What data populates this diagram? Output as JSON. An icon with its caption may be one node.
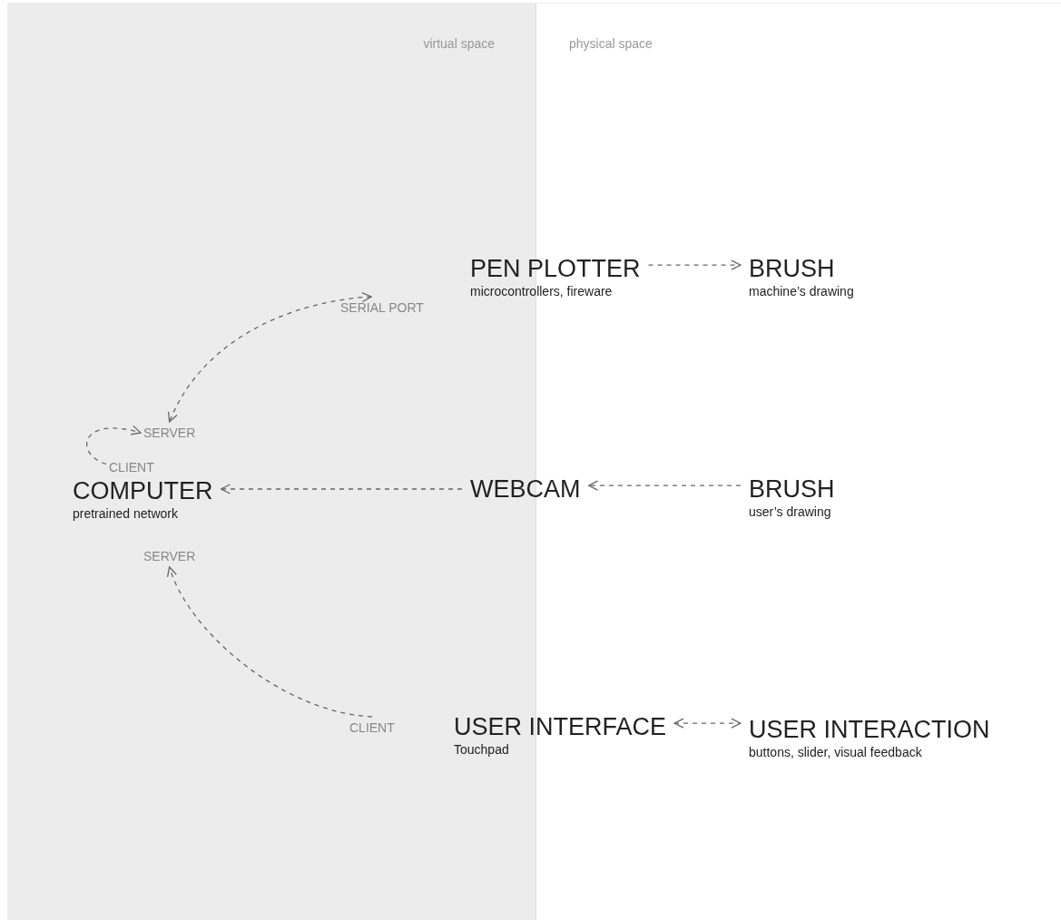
{
  "diagram": {
    "nodes": [
      {
        "text": [
          "COMPUTER",
          "pretrained network"
        ]
      },
      {
        "text": [
          "PEN PLOTTER",
          "microcontrollers, fireware"
        ]
      },
      {
        "text": [
          "BRUSH",
          "machine’s drawing"
        ]
      },
      {
        "text": [
          "WEBCAM"
        ]
      },
      {
        "text": [
          "BRUSH",
          "user’s drawing"
        ]
      },
      {
        "text": [
          "USER INTERFACE",
          "Touchpad"
        ]
      },
      {
        "text": [
          "USER INTERACTION",
          "buttons, slider, visual feedback"
        ]
      },
      {
        "text": [
          "SERVER"
        ]
      },
      {
        "text": [
          "CLIENT"
        ]
      },
      {
        "text": [
          "SERIAL PORT"
        ]
      },
      {
        "text": [
          "SERVER"
        ]
      },
      {
        "text": [
          "CLIENT"
        ]
      }
    ],
    "edges": [
      {
        "from": 9,
        "to": 7,
        "arrow": "both",
        "style": "dashed"
      },
      {
        "from": 8,
        "to": 7,
        "arrow": "to",
        "style": "dashed"
      },
      {
        "from": 1,
        "to": 2,
        "arrow": "to",
        "style": "dashed"
      },
      {
        "from": 3,
        "to": 0,
        "arrow": "to",
        "style": "dashed"
      },
      {
        "from": 4,
        "to": 3,
        "arrow": "to",
        "style": "dashed"
      },
      {
        "from": 11,
        "to": 10,
        "arrow": "to",
        "style": "dashed"
      },
      {
        "from": 5,
        "to": 6,
        "arrow": "both",
        "style": "dashed"
      }
    ],
    "labels": [
      "virtual space",
      "physical space"
    ]
  }
}
